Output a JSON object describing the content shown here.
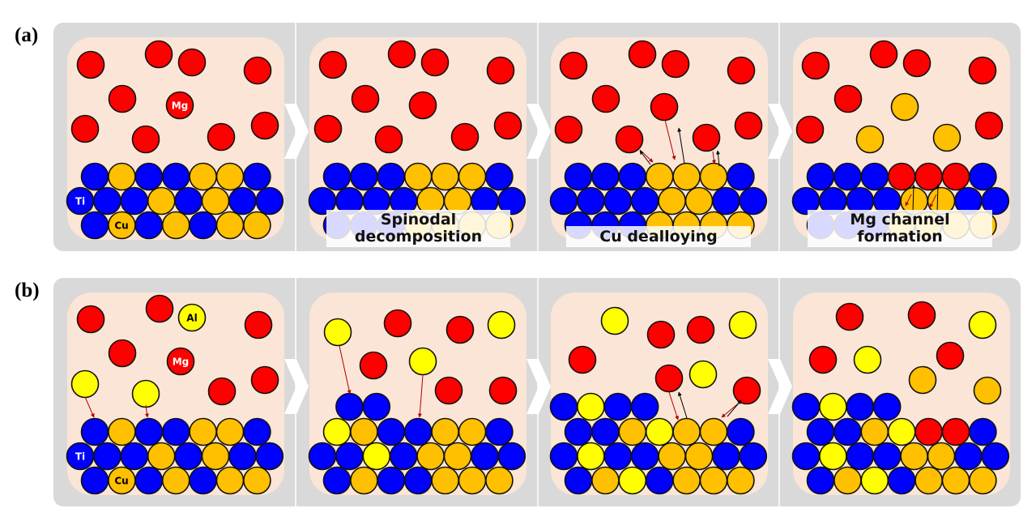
{
  "rows": [
    {
      "label": "(a)",
      "captions": [
        "Spinodal decomposition",
        "Cu dealloying",
        "Mg channel formation"
      ]
    },
    {
      "label": "(b)",
      "captions": []
    }
  ],
  "atom_labels": {
    "mg": "Mg",
    "ti": "Ti",
    "cu": "Cu",
    "al": "Al"
  },
  "colors": {
    "mg": "#ff0000",
    "ti": "#0000ff",
    "cu": "#ffc000",
    "al": "#ffff00",
    "panel_bg": "#d9d9d9",
    "solution_bg": "#fbe5d6",
    "arrow_in": "#b00000",
    "arrow_out": "#000000"
  }
}
